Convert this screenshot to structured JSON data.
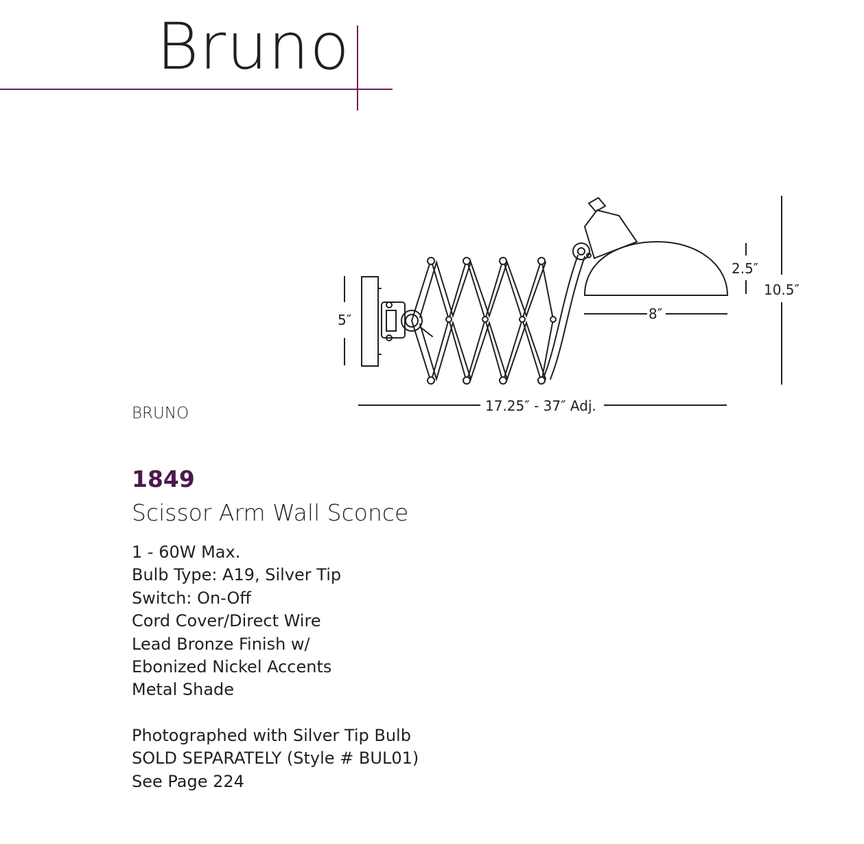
{
  "header": {
    "title": "Bruno"
  },
  "drawing": {
    "dim_backplate_height": "5″",
    "dim_shade_height": "2.5″",
    "dim_shade_width": "8″",
    "dim_total_height": "10.5″",
    "dim_extension": "17.25″ - 37″ Adj."
  },
  "caption": "BRUNO",
  "product": {
    "model": "1849",
    "name": "Scissor Arm Wall Sconce",
    "specs": [
      "1 - 60W Max.",
      "Bulb Type: A19, Silver Tip",
      "Switch: On-Off",
      "Cord Cover/Direct Wire",
      "Lead Bronze Finish w/",
      "Ebonized Nickel Accents",
      "Metal Shade"
    ],
    "notes": [
      "Photographed with Silver Tip Bulb",
      "SOLD SEPARATELY (Style # BUL01)",
      "See Page 224"
    ]
  },
  "colors": {
    "accent": "#6b1f5f",
    "model_number": "#4b1a4c",
    "text": "#231f20"
  }
}
